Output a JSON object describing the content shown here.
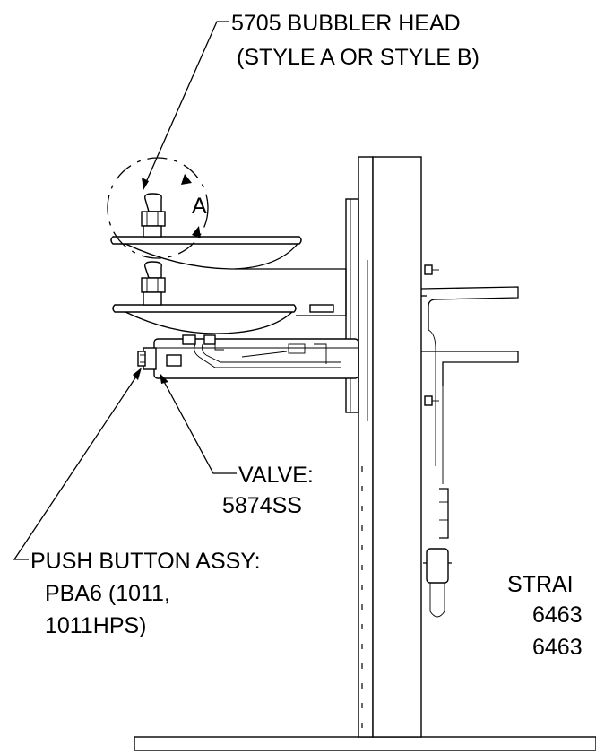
{
  "callouts": {
    "bubbler_head": {
      "line1": "5705 BUBBLER HEAD",
      "line2": "(STYLE A OR STYLE B)"
    },
    "detail_marker": "A",
    "valve": {
      "line1": "VALVE:",
      "line2": "5874SS"
    },
    "push_button": {
      "line1": "PUSH BUTTON ASSY:",
      "line2": "PBA6 (1011,",
      "line3": "1011HPS)"
    },
    "strainer": {
      "line1": "STRAI",
      "line2": "6463",
      "line3": "6463"
    }
  }
}
